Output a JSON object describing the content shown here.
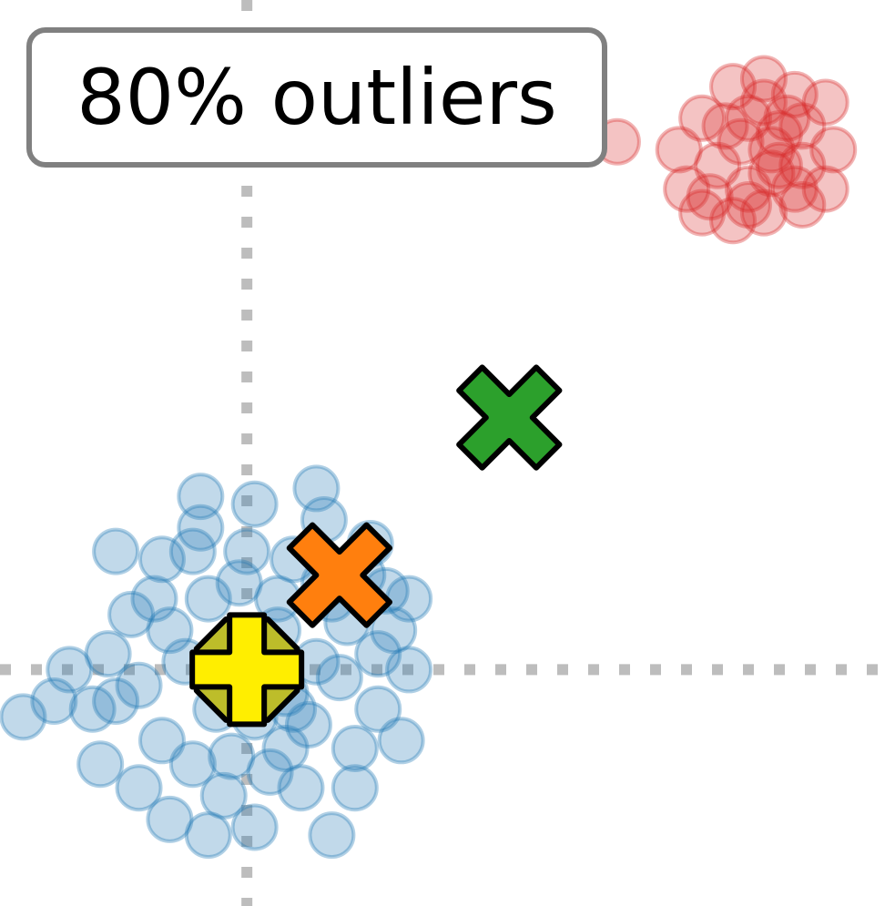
{
  "chart_data": {
    "type": "scatter",
    "title": "",
    "xlabel": "",
    "ylabel": "",
    "xlim": [
      -1.6,
      4.2
    ],
    "ylim": [
      -1.5,
      4.25
    ],
    "grid": false,
    "legend": "none",
    "annotation": {
      "text": "80% outliers",
      "placement": "top-left"
    },
    "reference_lines": {
      "x": 0,
      "y": 0,
      "style": "dotted",
      "color": "#bdbdbd"
    },
    "series": [
      {
        "marker": "circle",
        "color": "#1f77b4",
        "points": [
          [
            -0.3,
            1.1
          ],
          [
            -0.3,
            0.9
          ],
          [
            0.05,
            1.05
          ],
          [
            0.5,
            0.95
          ],
          [
            0.45,
            1.15
          ],
          [
            0.8,
            0.8
          ],
          [
            0.9,
            0.5
          ],
          [
            0.95,
            0.25
          ],
          [
            1.05,
            0.45
          ],
          [
            1.05,
            0.0
          ],
          [
            1.0,
            -0.45
          ],
          [
            0.7,
            -0.5
          ],
          [
            0.85,
            -0.25
          ],
          [
            -0.85,
            0.75
          ],
          [
            -0.55,
            0.7
          ],
          [
            -0.75,
            0.35
          ],
          [
            -0.5,
            0.25
          ],
          [
            -0.85,
            -0.2
          ],
          [
            -1.45,
            -0.3
          ],
          [
            -1.25,
            -0.2
          ],
          [
            -1.15,
            0.0
          ],
          [
            -1.0,
            -0.25
          ],
          [
            -0.7,
            -0.1
          ],
          [
            -0.95,
            -0.6
          ],
          [
            -0.7,
            -0.75
          ],
          [
            -0.5,
            -0.95
          ],
          [
            -0.25,
            -1.05
          ],
          [
            0.05,
            -1.0
          ],
          [
            0.55,
            -1.05
          ],
          [
            0.7,
            -0.75
          ],
          [
            0.35,
            -0.75
          ],
          [
            0.25,
            -0.5
          ],
          [
            0.2,
            0.25
          ],
          [
            0.5,
            0.55
          ],
          [
            0.3,
            0.7
          ],
          [
            -0.05,
            0.55
          ],
          [
            -0.25,
            0.45
          ],
          [
            -0.4,
            0.05
          ],
          [
            -0.2,
            -0.25
          ],
          [
            0.05,
            -0.3
          ],
          [
            0.25,
            -0.15
          ],
          [
            0.45,
            0.05
          ],
          [
            0.65,
            0.3
          ],
          [
            0.6,
            -0.05
          ],
          [
            0.55,
            0.45
          ],
          [
            -0.55,
            -0.45
          ],
          [
            -0.1,
            -0.55
          ],
          [
            0.4,
            -0.35
          ],
          [
            0.1,
            0.15
          ],
          [
            -0.6,
            0.45
          ],
          [
            0.2,
            0.45
          ],
          [
            0.0,
            0.75
          ],
          [
            -0.35,
            0.75
          ],
          [
            0.75,
            0.6
          ],
          [
            0.3,
            -0.25
          ],
          [
            -0.15,
            -0.8
          ],
          [
            -0.35,
            -0.6
          ],
          [
            0.15,
            -0.65
          ],
          [
            0.85,
            0.1
          ],
          [
            -0.9,
            0.1
          ]
        ]
      },
      {
        "marker": "circle",
        "color": "#d62728",
        "points": [
          [
            3.15,
            3.7
          ],
          [
            3.35,
            3.6
          ],
          [
            3.55,
            3.65
          ],
          [
            3.75,
            3.6
          ],
          [
            3.8,
            3.3
          ],
          [
            3.75,
            3.05
          ],
          [
            3.6,
            2.95
          ],
          [
            3.35,
            2.9
          ],
          [
            3.15,
            2.85
          ],
          [
            2.95,
            2.9
          ],
          [
            2.85,
            3.05
          ],
          [
            2.8,
            3.3
          ],
          [
            2.95,
            3.5
          ],
          [
            2.4,
            3.35
          ],
          [
            3.05,
            3.2
          ],
          [
            3.25,
            3.05
          ],
          [
            3.4,
            3.15
          ],
          [
            3.2,
            3.35
          ],
          [
            3.45,
            3.4
          ],
          [
            3.6,
            3.2
          ],
          [
            3.35,
            3.75
          ],
          [
            3.5,
            3.5
          ],
          [
            3.0,
            3.0
          ],
          [
            3.25,
            2.95
          ],
          [
            3.55,
            3.05
          ],
          [
            3.1,
            3.45
          ],
          [
            3.4,
            3.3
          ],
          [
            3.6,
            3.45
          ],
          [
            3.25,
            3.5
          ],
          [
            3.45,
            3.2
          ]
        ]
      },
      {
        "marker": "x-filled",
        "color": "#2ca02c",
        "points": [
          [
            1.7,
            1.6
          ]
        ]
      },
      {
        "marker": "x-filled",
        "color": "#ff7f0e",
        "points": [
          [
            0.6,
            0.6
          ]
        ]
      },
      {
        "marker": "plus-octagon",
        "color": "#ffee00",
        "points": [
          [
            0.0,
            0.0
          ]
        ]
      }
    ]
  }
}
